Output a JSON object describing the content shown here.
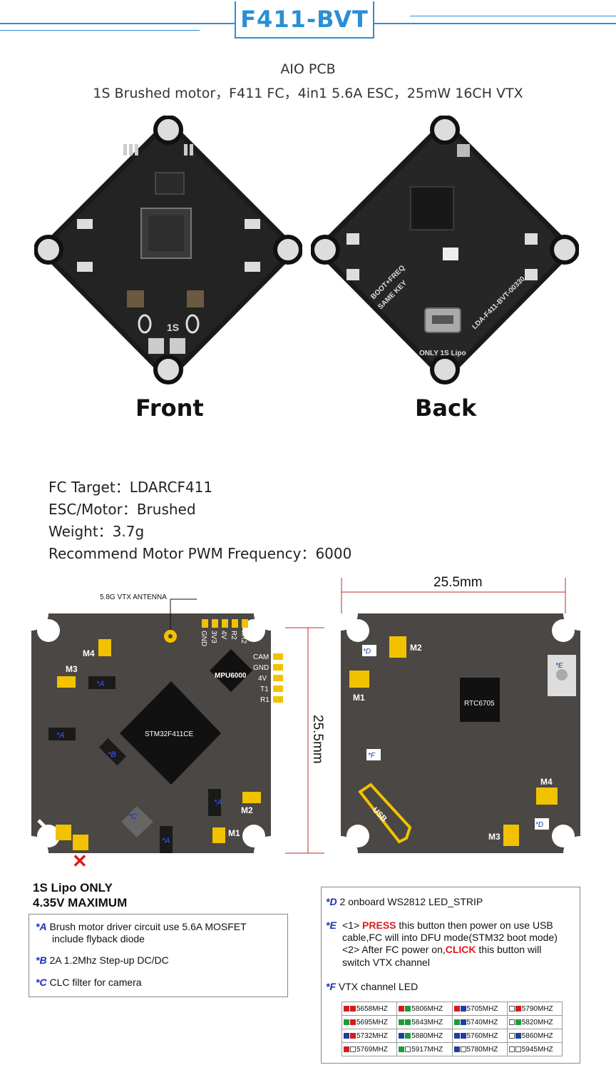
{
  "header": {
    "title": "F411-BVT"
  },
  "intro": {
    "line1": "AIO PCB",
    "line2": "1S Brushed motor，F411 FC，4in1 5.6A ESC，25mW 16CH VTX"
  },
  "photos": {
    "front_label": "Front",
    "back_label": "Back",
    "front_silk": {
      "s1": "1S"
    },
    "back_silk": {
      "s1": "BOOT+FREQ",
      "s2": "SAME KEY",
      "s3": "LDA-F411-BVT-00330",
      "s4": "ONLY 1S Lipo"
    }
  },
  "specs": [
    "FC Target：LDARCF411",
    "ESC/Motor：Brushed",
    "Weight：3.7g",
    "Recommend Motor PWM Frequency：6000"
  ],
  "dimensions": {
    "width": "25.5mm",
    "height": "25.5mm"
  },
  "left_board": {
    "antenna": "5.8G VTX ANTENNA",
    "pads_top": [
      "GND",
      "3V3",
      "4V",
      "R2",
      "nR2"
    ],
    "pads_right": [
      "CAM",
      "GND",
      "4V",
      "T1",
      "R1"
    ],
    "mpu": "MPU6000",
    "mcu": "STM32F411CE",
    "m1": "M1",
    "m2": "M2",
    "m3": "M3",
    "m4": "M4",
    "tag_a": "*A",
    "tag_b": "*B",
    "tag_c": "*C"
  },
  "right_board": {
    "rtc": "RTC6705",
    "usb": "USB",
    "m1": "M1",
    "m2": "M2",
    "m3": "M3",
    "m4": "M4",
    "tag_d": "*D",
    "tag_e": "*E",
    "tag_f": "*F"
  },
  "lipo": {
    "line1": "1S Lipo ONLY",
    "line2": "4.35V MAXIMUM"
  },
  "left_notes": {
    "a_tag": "*A",
    "a_text1": "Brush motor driver circuit use 5.6A MOSFET",
    "a_text2": "include flyback diode",
    "b_tag": "*B",
    "b_text": "2A 1.2Mhz Step-up DC/DC",
    "c_tag": "*C",
    "c_text": "CLC filter for camera"
  },
  "right_notes": {
    "d_tag": "*D",
    "d_text": "2 onboard WS2812 LED_STRIP",
    "e_tag": "*E",
    "e_p1_pre": "<1>",
    "e_p1_key": "PRESS",
    "e_p1_post": "this button then power on use USB",
    "e_p1_l2": "cable,FC will into DFU mode(STM32 boot mode)",
    "e_p2_pre": "<2> After FC power on,",
    "e_p2_key": "CLICK",
    "e_p2_post": "this button will",
    "e_p2_l2": "switch VTX channel",
    "f_tag": "*F",
    "f_text": "VTX channel LED"
  },
  "vtx_channels": [
    [
      {
        "f": "5658MHZ",
        "a": "#d61c1c",
        "b": "#d61c1c"
      },
      {
        "f": "5806MHZ",
        "a": "#d61c1c",
        "b": "#1e9a3a"
      },
      {
        "f": "5705MHZ",
        "a": "#d61c1c",
        "b": "#1f3f9e"
      },
      {
        "f": "5790MHZ",
        "a": "empty",
        "b": "#d61c1c"
      }
    ],
    [
      {
        "f": "5695MHZ",
        "a": "#1e9a3a",
        "b": "#d61c1c"
      },
      {
        "f": "5843MHZ",
        "a": "#1e9a3a",
        "b": "#1e9a3a"
      },
      {
        "f": "5740MHZ",
        "a": "#1e9a3a",
        "b": "#1f3f9e"
      },
      {
        "f": "5820MHZ",
        "a": "empty",
        "b": "#1e9a3a"
      }
    ],
    [
      {
        "f": "5732MHZ",
        "a": "#1f3f9e",
        "b": "#d61c1c"
      },
      {
        "f": "5880MHZ",
        "a": "#1f3f9e",
        "b": "#1e9a3a"
      },
      {
        "f": "5760MHZ",
        "a": "#1f3f9e",
        "b": "#1f3f9e"
      },
      {
        "f": "5860MHZ",
        "a": "empty",
        "b": "#1f3f9e"
      }
    ],
    [
      {
        "f": "5769MHZ",
        "a": "#d61c1c",
        "b": "empty"
      },
      {
        "f": "5917MHZ",
        "a": "#1e9a3a",
        "b": "empty"
      },
      {
        "f": "5780MHZ",
        "a": "#1f3f9e",
        "b": "empty"
      },
      {
        "f": "5945MHZ",
        "a": "empty",
        "b": "empty"
      }
    ]
  ],
  "colors": {
    "accent": "#2a8fd6",
    "board": "#4a4744",
    "pad": "#f2c200",
    "tag": "#1a2fb8",
    "warn": "#e0191b"
  }
}
